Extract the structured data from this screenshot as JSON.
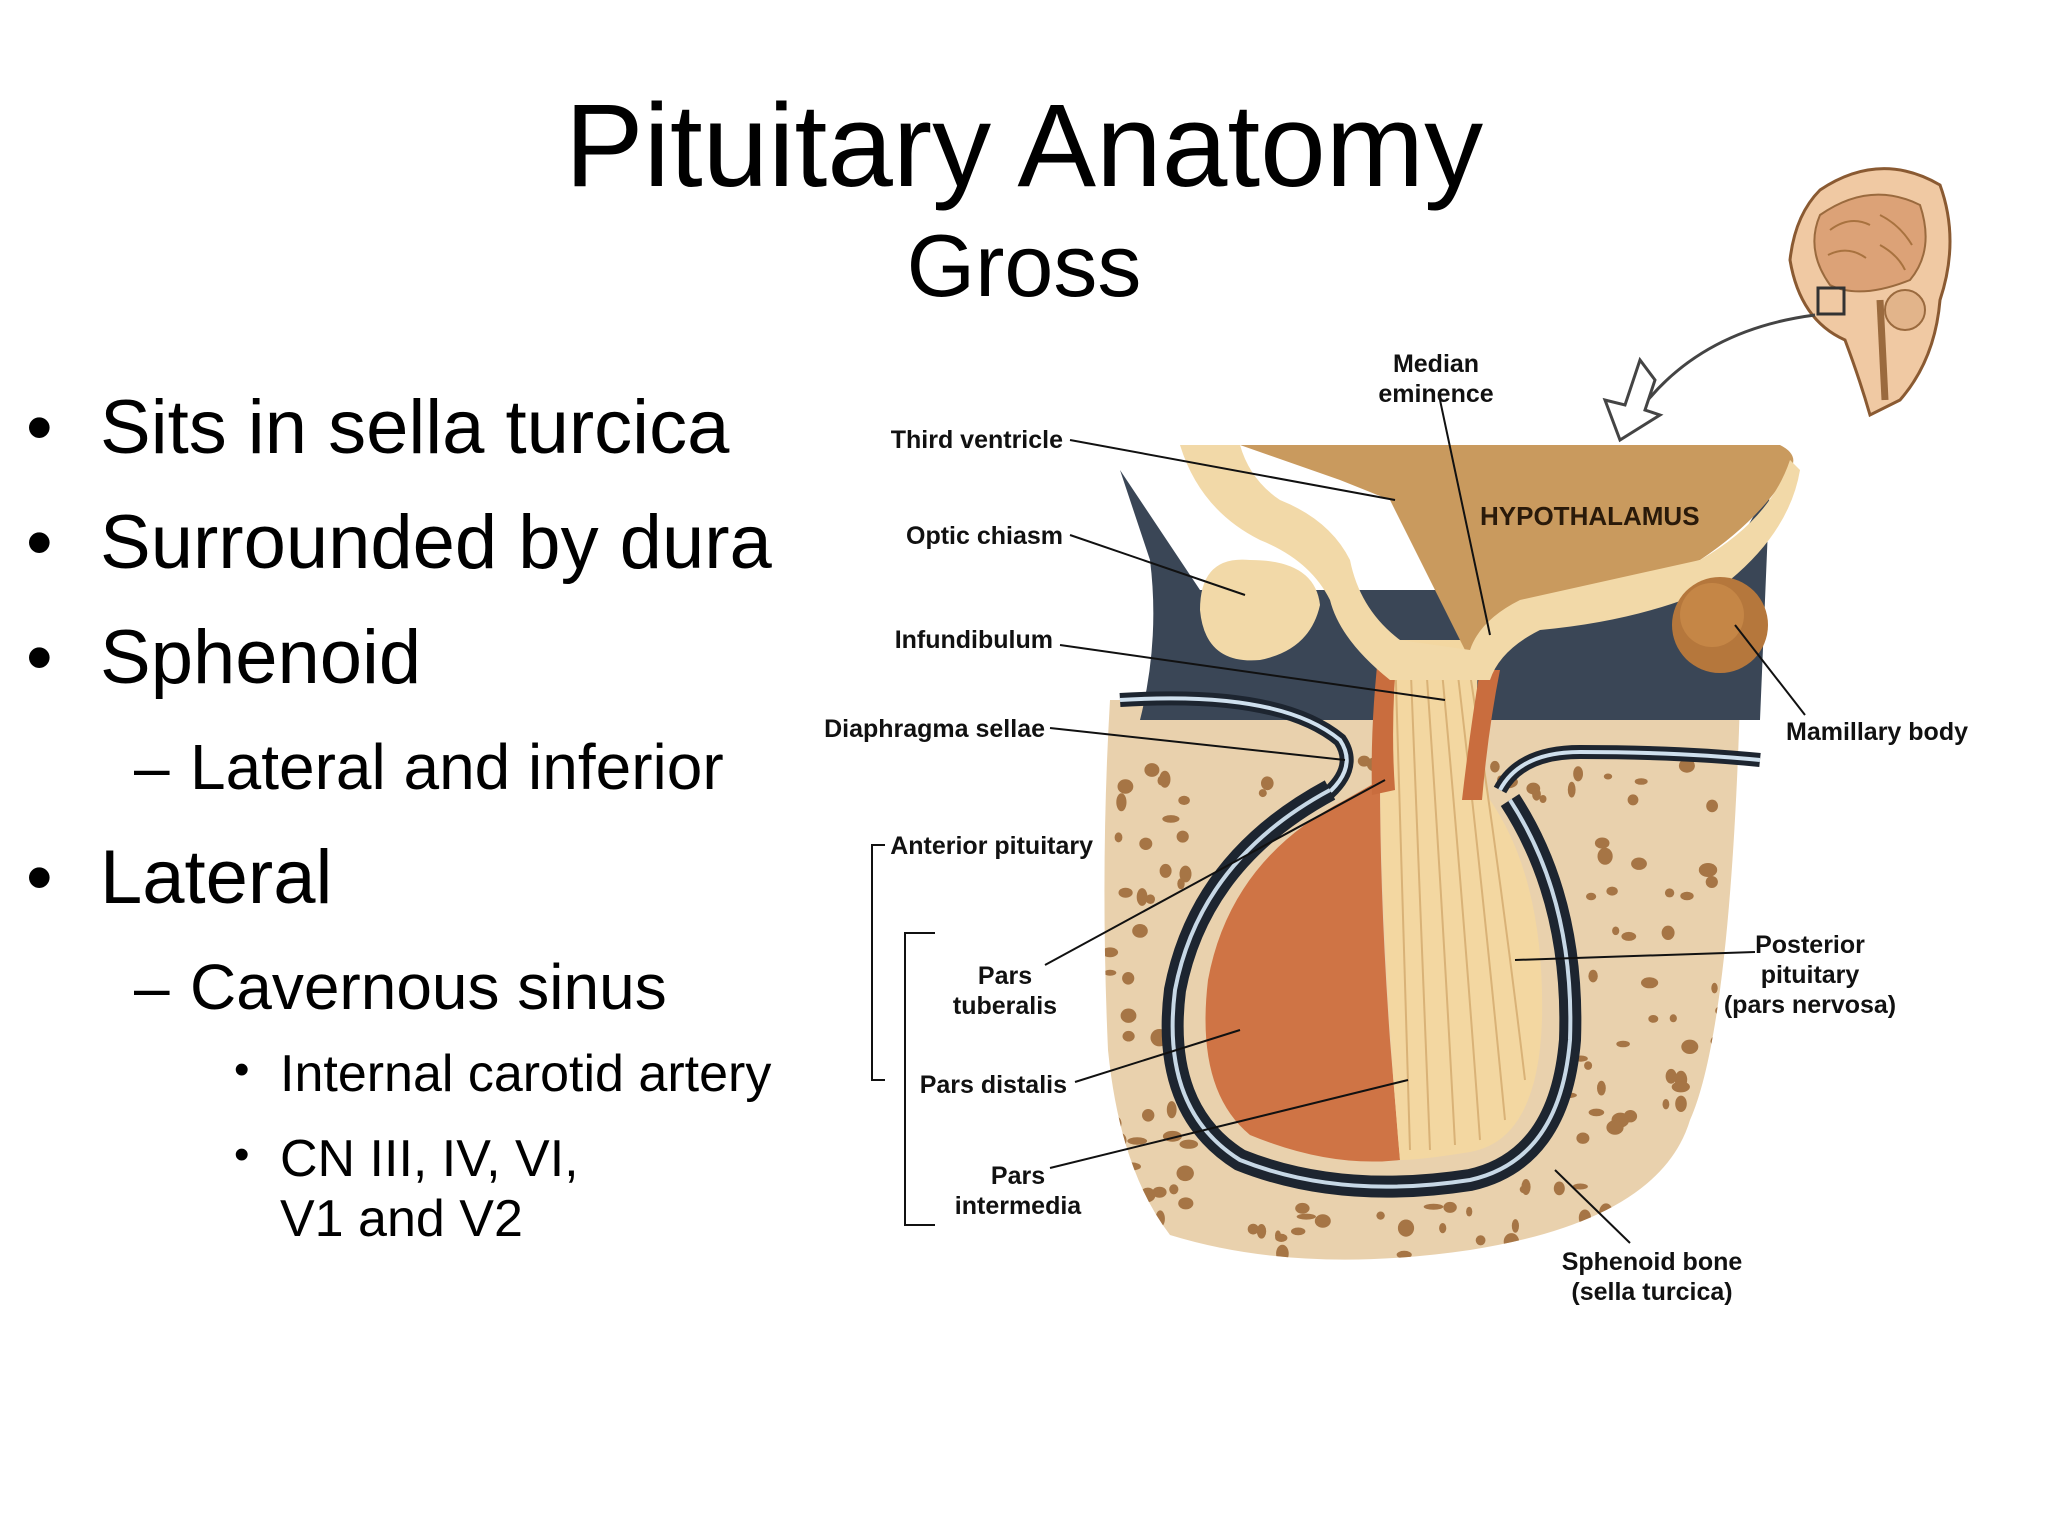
{
  "slide": {
    "title": "Pituitary Anatomy",
    "subtitle": "Gross"
  },
  "bullets": [
    {
      "level": 1,
      "text": "Sits in sella turcica"
    },
    {
      "level": 1,
      "text": "Surrounded by dura"
    },
    {
      "level": 1,
      "text": "Sphenoid"
    },
    {
      "level": 2,
      "text": "Lateral and inferior"
    },
    {
      "level": 1,
      "text": "Lateral"
    },
    {
      "level": 2,
      "text": "Cavernous sinus"
    },
    {
      "level": 3,
      "text": "Internal carotid artery"
    },
    {
      "level": 3,
      "text": "CN III, IV, VI,"
    },
    {
      "level": 3,
      "text": "V1 and V2"
    }
  ],
  "bullet_glyphs": {
    "level1": "•",
    "level2": "–",
    "level3": "•"
  },
  "diagram": {
    "labels": {
      "median": "Median",
      "eminence": "eminence",
      "third_ventricle": "Third ventricle",
      "optic_chiasm": "Optic chiasm",
      "hypothalamus": "HYPOTHALAMUS",
      "infundibulum": "Infundibulum",
      "diaphragma_sellae": "Diaphragma sellae",
      "mamillary_body": "Mamillary body",
      "anterior_pituitary": "Anterior pituitary",
      "pars": "Pars",
      "tuberalis": "tuberalis",
      "pars_distalis": "Pars distalis",
      "intermedia": "intermedia",
      "posterior": "Posterior",
      "pituitary": "pituitary",
      "pars_nervosa": "(pars nervosa)",
      "sphenoid_bone": "Sphenoid bone",
      "sella_turcica": "(sella turcica)"
    },
    "colors": {
      "hypothalamus": "#c99a5e",
      "pale_neural": "#f2d9a8",
      "anterior_pituitary": "#cf7445",
      "posterior_pituitary": "#f3d7a1",
      "bone": "#e9d1ad",
      "bone_pores": "#a67545",
      "dura": "#1d2530",
      "csf_space": "#3a4656"
    }
  }
}
